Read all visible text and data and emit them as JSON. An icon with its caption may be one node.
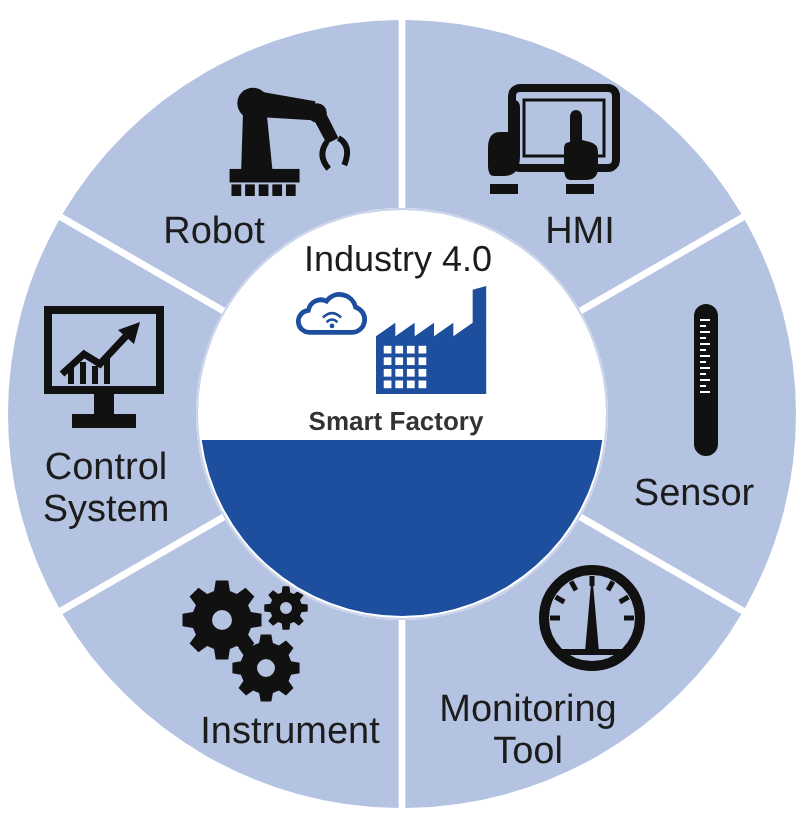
{
  "diagram": {
    "nodes": [
      {
        "text": [
          "Industry 4.0",
          "Smart Factory"
        ]
      },
      {
        "text": [
          "Robot"
        ]
      },
      {
        "text": [
          "HMI"
        ]
      },
      {
        "text": [
          "Sensor"
        ]
      },
      {
        "text": [
          "Monitoring Tool"
        ]
      },
      {
        "text": [
          "Instrument"
        ]
      },
      {
        "text": [
          "Control System"
        ]
      }
    ]
  }
}
